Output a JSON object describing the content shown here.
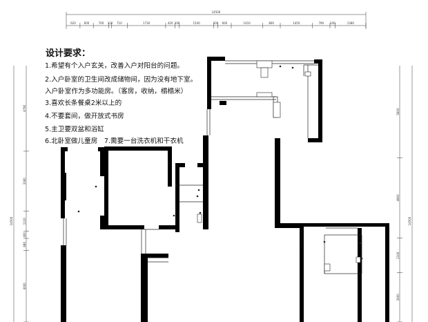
{
  "requirements": {
    "title": "设计要求：",
    "items": [
      "1.希望有个入户玄关，改善入户对阳台的问题。",
      "2.入户卧室的卫生间改成储物间，因为没有地下室。",
      "入户卧室作为多功能房。（客房，收纳，榻榻米）",
      "3.喜欢长条餐桌2米以上的",
      "4.不要套间，做开放式书房",
      "5.主卫要双盆和浴缸",
      "6.北卧室做儿童房　7.需要一台洗衣机和干衣机"
    ]
  },
  "dimensions": {
    "top_total": "14500",
    "top_segments": [
      "620",
      "600",
      "700",
      "120",
      "710",
      "1730",
      "420",
      "200",
      "1540",
      "200",
      "600",
      "1410",
      "800",
      "1450",
      "790",
      "240",
      "1380"
    ],
    "left": [
      "4790",
      "3360",
      "1120",
      "400",
      "680",
      "4000"
    ],
    "right": [
      "5600",
      "4900",
      "2100",
      "3000"
    ],
    "side_total": "14500"
  },
  "colors": {
    "wall": "#000000",
    "line": "#222222",
    "background": "#ffffff"
  }
}
